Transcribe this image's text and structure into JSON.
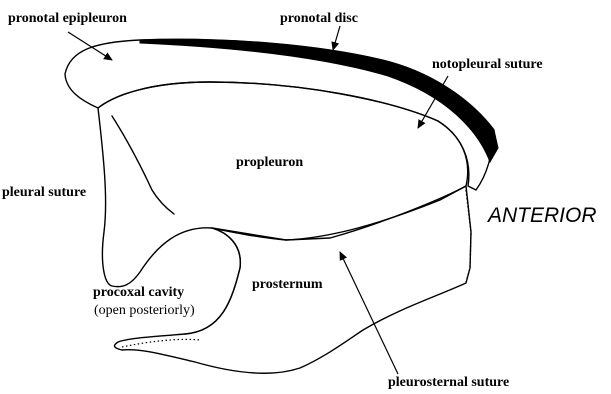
{
  "labels": {
    "pronotal_epipleuron": "pronotal epipleuron",
    "pronotal_disc": "pronotal disc",
    "notopleural_suture": "notopleural suture",
    "propleuron": "propleuron",
    "pleural_suture": "pleural suture",
    "anterior": "ANTERIOR",
    "procoxal_cavity": "procoxal cavity",
    "procoxal_cavity_note": "(open posteriorly)",
    "prosternum": "prosternum",
    "pleurosternal_suture": "pleurosternal suture"
  },
  "colors": {
    "ink": "#000000",
    "paper": "#ffffff"
  }
}
